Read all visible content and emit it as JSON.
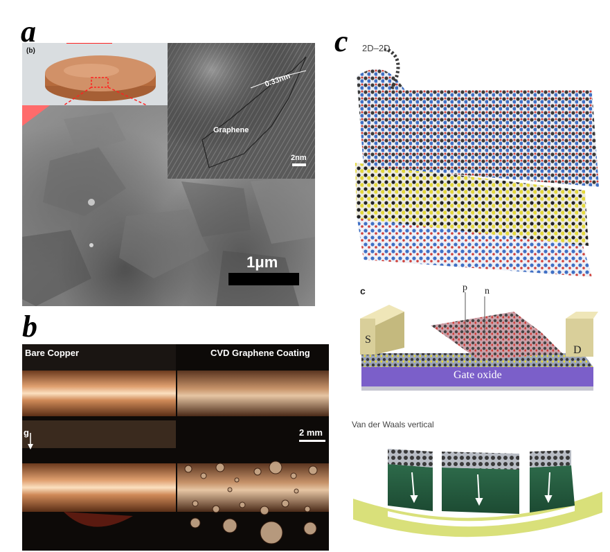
{
  "panel_a": {
    "letter": "a",
    "inset_tag": "(b)",
    "spacing_label": "0.33nm",
    "graphene_label": "Graphene",
    "hr_scale_label": "2nm",
    "main_scale_label": "1μm"
  },
  "panel_b": {
    "letter": "b",
    "left_title": "Bare Copper",
    "right_title": "CVD Graphene Coating",
    "gravity_label": "g",
    "scale_label": "2 mm"
  },
  "panel_c": {
    "letter": "c",
    "top_title": "2D–2D",
    "device_letter": "c",
    "p_label": "p",
    "n_label": "n",
    "source_label": "S",
    "drain_label": "D",
    "gate_label": "Gate oxide",
    "bottom_title": "Van der Waals vertical"
  },
  "colors": {
    "copper": "#c98a5e",
    "carbon": "#3a3a3a",
    "blue_atom": "#3f6fc4",
    "red_atom": "#d0403a",
    "yellow_atom": "#e4d83a",
    "gate_purple": "#7b5fc9",
    "contact_beige": "#d9cf9a",
    "green_block": "#2d6a4a",
    "substrate_yellow": "#d9e07a"
  }
}
